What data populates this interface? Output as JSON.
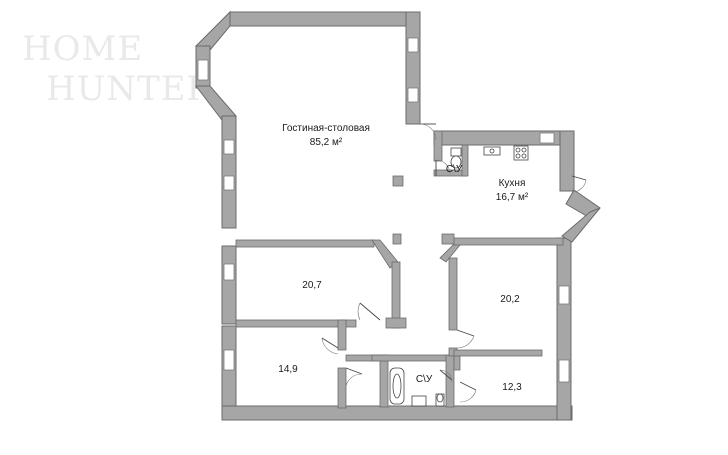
{
  "logo": {
    "line1": "HOME",
    "line2": "HUNTER"
  },
  "rooms": [
    {
      "id": "living",
      "name": "Гостиная-столовая",
      "area": "85,2 м²"
    },
    {
      "id": "kitchen",
      "name": "Кухня",
      "area": "16,7 м²"
    },
    {
      "id": "room-a",
      "name": "",
      "area": "20,7"
    },
    {
      "id": "room-b",
      "name": "",
      "area": "20,2"
    },
    {
      "id": "room-c",
      "name": "",
      "area": "14,9"
    },
    {
      "id": "room-d",
      "name": "",
      "area": "12,3"
    }
  ],
  "bathrooms": [
    {
      "id": "wc-1",
      "label": "С\\У"
    },
    {
      "id": "wc-2",
      "label": "С\\У"
    }
  ]
}
